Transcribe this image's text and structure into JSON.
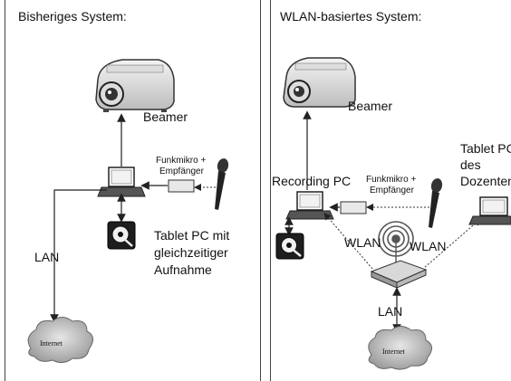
{
  "left_panel": {
    "title": "Bisheriges System:",
    "beamer": "Beamer",
    "funkmikro": "Funkmikro +",
    "empfaenger": "Empfänger",
    "tablet_line1": "Tablet PC mit",
    "tablet_line2": "gleichzeitiger",
    "tablet_line3": "Aufnahme",
    "lan": "LAN",
    "internet": "Internet"
  },
  "right_panel": {
    "title": "WLAN-basiertes System:",
    "beamer": "Beamer",
    "recording_pc": "Recording PC",
    "funkmikro": "Funkmikro +",
    "empfaenger": "Empfänger",
    "tablet_line1": "Tablet PC",
    "tablet_line2": "des",
    "tablet_line3": "Dozenten",
    "wlan_left": "WLAN",
    "wlan_right": "WLAN",
    "lan": "LAN",
    "internet": "Internet"
  }
}
